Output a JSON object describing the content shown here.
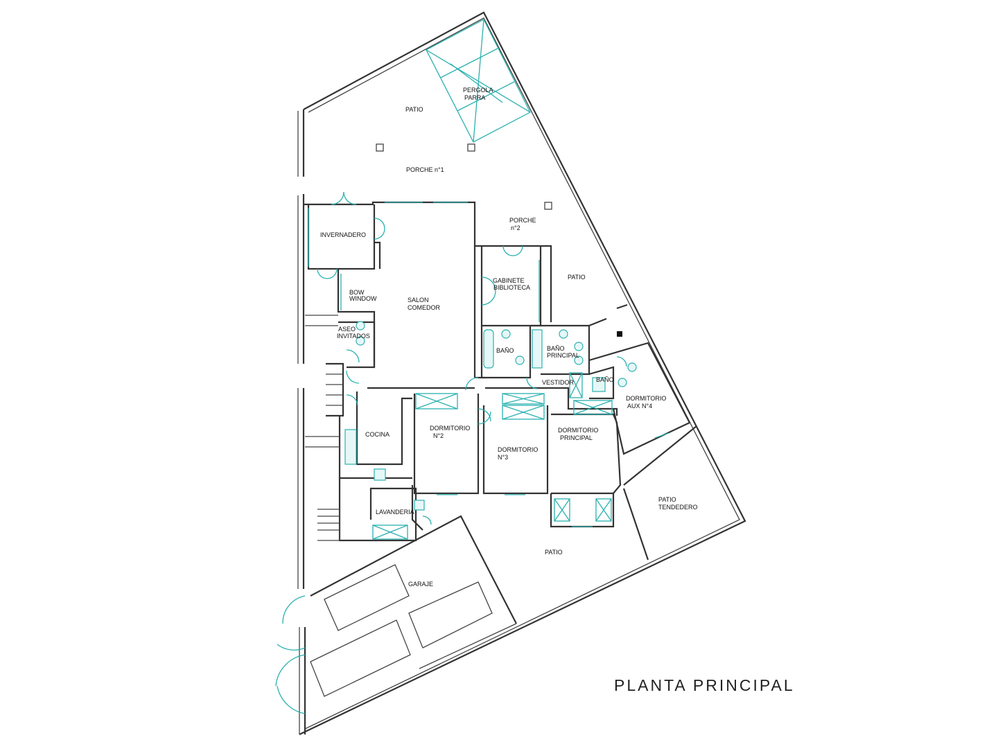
{
  "title": "PLANTA PRINCIPAL",
  "rooms": {
    "patio_north": "PATIO",
    "pergola_1": "PERGOLA",
    "pergola_2": "PARRA",
    "porche1": "PORCHE n°1",
    "invernadero": "INVERNADERO",
    "porche2_1": "PORCHE",
    "porche2_2": "n°2",
    "patio_east": "PATIO",
    "bow_1": "BOW",
    "bow_2": "WINDOW",
    "salon_1": "SALON",
    "salon_2": "COMEDOR",
    "gabinete_1": "GABINETE",
    "gabinete_2": "BIBLIOTECA",
    "aseo_1": "ASEO",
    "aseo_2": "INVITADOS",
    "bano": "BAÑO",
    "bano_ppal_1": "BAÑO",
    "bano_ppal_2": "PRINCIPAL",
    "bano_aux": "BAÑO",
    "vestidor": "VESTIDOR",
    "dorm_aux_1": "DORMITORIO",
    "dorm_aux_2": "AUX  N°4",
    "cocina": "COCINA",
    "dorm2_1": "DORMITORIO",
    "dorm2_2": "N°2",
    "dorm3_1": "DORMITORIO",
    "dorm3_2": "N°3",
    "dorm_ppal_1": "DORMITORIO",
    "dorm_ppal_2": "PRINCIPAL",
    "patio_tend_1": "PATIO",
    "patio_tend_2": "TENDEDERO",
    "lavanderia": "LAVANDERIA",
    "patio_south": "PATIO",
    "garaje": "GARAJE"
  },
  "colors": {
    "wall": "#333333",
    "fixture": "#2ab0b0"
  }
}
